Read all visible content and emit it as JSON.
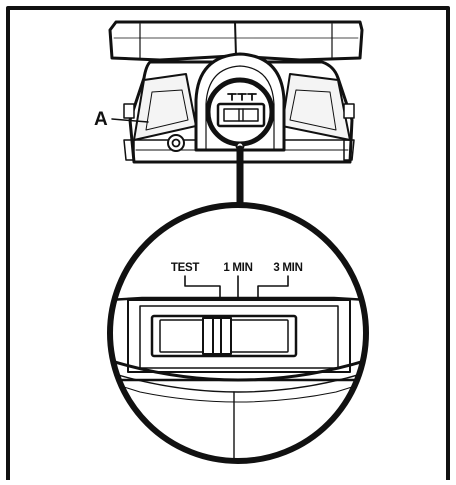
{
  "figure": {
    "callout_label": "A",
    "switch_positions": [
      "TEST",
      "1 MIN",
      "3 MIN"
    ],
    "colors": {
      "line": "#111111",
      "background": "#ffffff",
      "body_shade": "#f4f4f4"
    }
  }
}
